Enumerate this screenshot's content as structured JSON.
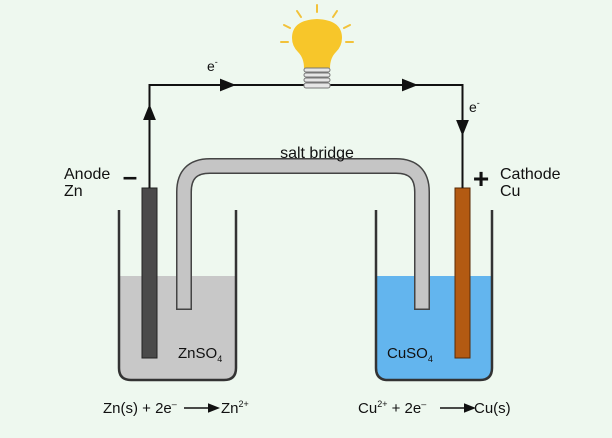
{
  "electron_left": "e",
  "electron_right": "e",
  "electron_sup": "-",
  "salt_bridge": "salt bridge",
  "anode": {
    "sign": "–",
    "title": "Anode",
    "element": "Zn"
  },
  "cathode": {
    "sign": "+",
    "title": "Cathode",
    "element": "Cu"
  },
  "left_solution": {
    "base": "ZnSO",
    "sub": "4"
  },
  "right_solution": {
    "base": "CuSO",
    "sub": "4"
  },
  "left_reaction": {
    "lhs": "Zn(s) + 2e",
    "lhs_sup": "–",
    "rhs": "Zn",
    "rhs_sup": "2+"
  },
  "right_reaction": {
    "lhs": "Cu",
    "lhs_sup": "2+",
    "mid": " + 2e",
    "mid_sup": "–",
    "rhs": "Cu(s)"
  },
  "colors": {
    "background": "#eef8ef",
    "zn_solution": "#c8c8c8",
    "cu_solution": "#63b5ee",
    "zn_electrode": "#4a4a4a",
    "cu_electrode": "#b35a12",
    "bulb": "#f7c62a",
    "bridge": "#c5c5c5"
  }
}
